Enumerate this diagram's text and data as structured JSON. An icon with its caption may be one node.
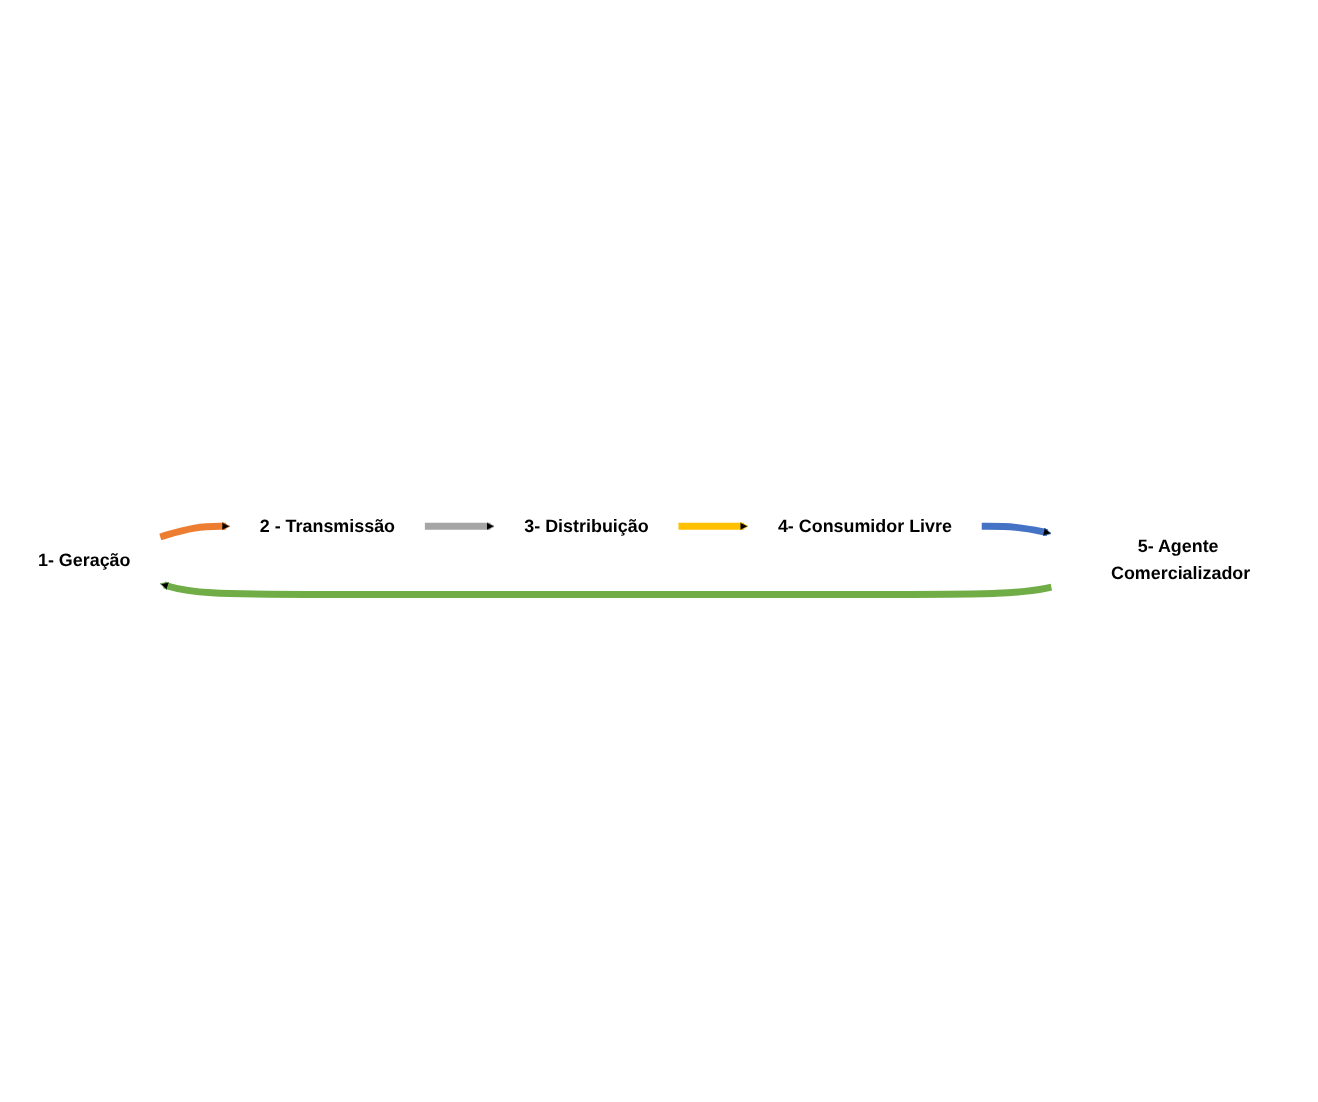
{
  "diagram": {
    "nodes": [
      {
        "text": [
          "1- Geração"
        ]
      },
      {
        "text": [
          "2 - Transmissão"
        ]
      },
      {
        "text": [
          "3- Distribuição"
        ]
      },
      {
        "text": [
          "4- Consumidor Livre"
        ]
      },
      {
        "text": [
          "5- Agente Comercializador"
        ]
      }
    ],
    "edges": [
      {
        "from": 0,
        "to": 1,
        "arrow": "to",
        "color": "#ed7d31"
      },
      {
        "from": 1,
        "to": 2,
        "arrow": "to",
        "color": "#a5a5a5"
      },
      {
        "from": 2,
        "to": 3,
        "arrow": "to",
        "color": "#ffc000"
      },
      {
        "from": 3,
        "to": 4,
        "arrow": "to",
        "color": "#4472c4"
      },
      {
        "from": 4,
        "to": 0,
        "arrow": "to",
        "color": "#70ad47"
      }
    ]
  }
}
